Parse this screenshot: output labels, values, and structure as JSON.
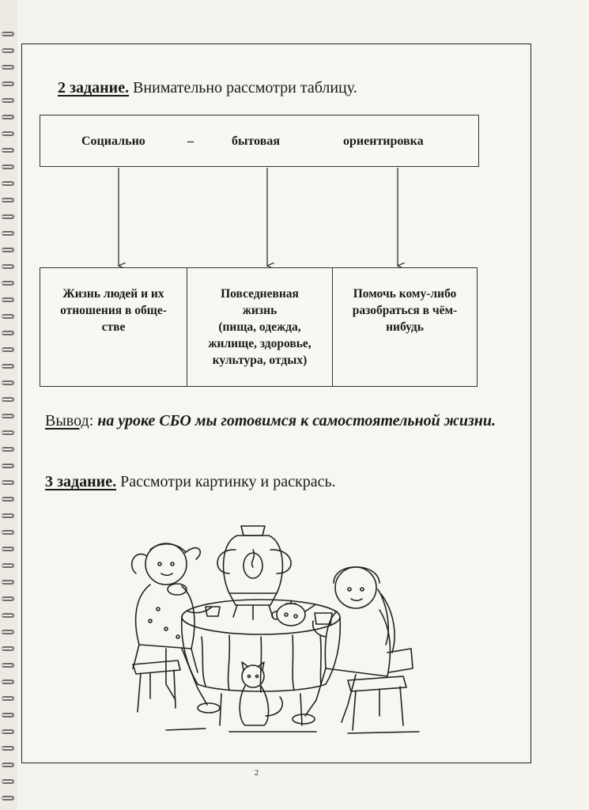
{
  "task2": {
    "number": "2 задание.",
    "instruction": "Внимательно рассмотри таблицу."
  },
  "header_box": {
    "word1": "Социально",
    "dash": "–",
    "word2": "бытовая",
    "word3": "ориентировка"
  },
  "cells": [
    {
      "lines": [
        "Жизнь людей и их",
        "отношения в обще-",
        "стве"
      ]
    },
    {
      "lines": [
        "Повседневная",
        "жизнь",
        "(пища, одежда,",
        "жилище, здоровье,",
        "культура, отдых)"
      ]
    },
    {
      "lines": [
        "Помочь кому-либо",
        "разобраться в чём-",
        "нибудь"
      ]
    }
  ],
  "conclusion": {
    "label": "Вывод",
    "colon": ":",
    "text": "на уроке СБО мы готовимся к самостоятельной жизни."
  },
  "task3": {
    "number": "3 задание.",
    "instruction": "Рассмотри картинку и раскрась."
  },
  "page_number": "2"
}
